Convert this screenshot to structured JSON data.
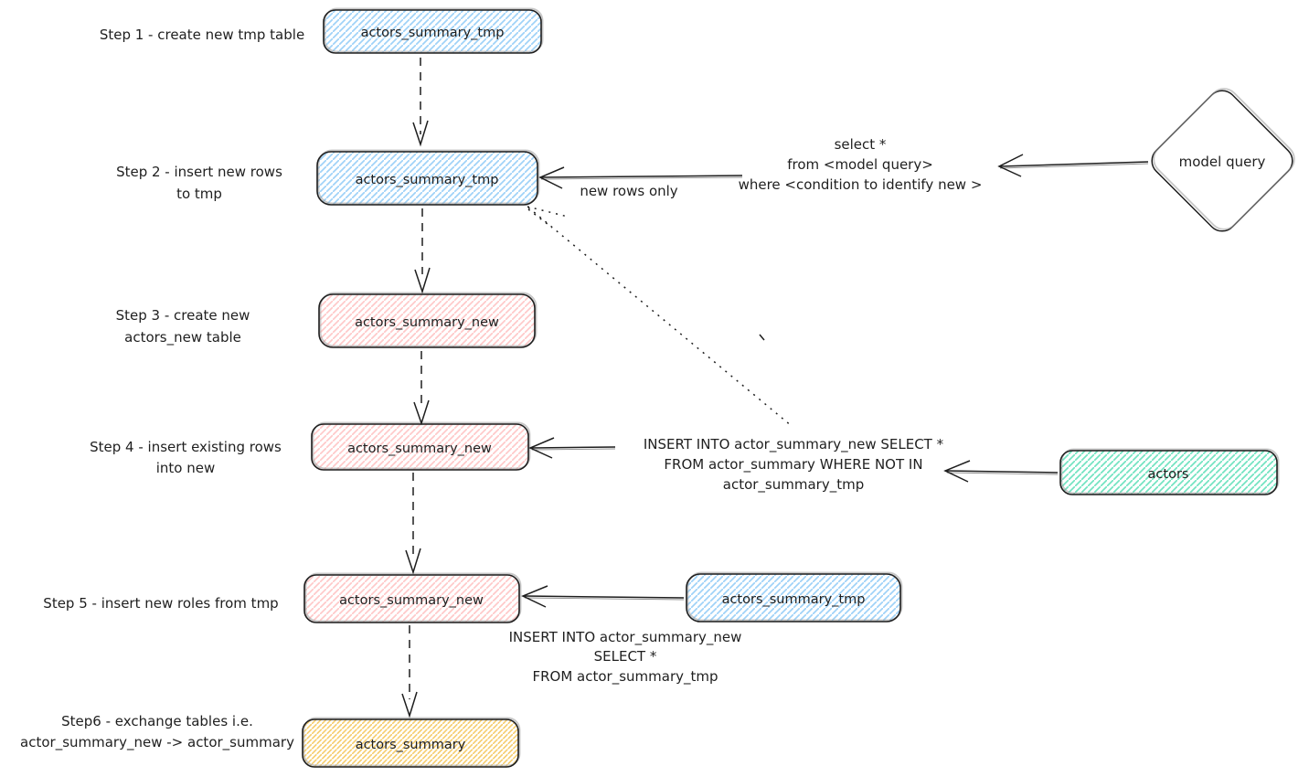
{
  "colors": {
    "stroke": "#1e1e1e",
    "blue_hatch": "#9fd2f8",
    "red_hatch": "#ffc9c9",
    "green_hatch": "#72e3c1",
    "yellow_hatch": "#f6cd6d"
  },
  "steps": [
    {
      "label_lines": [
        "Step 1 - create new tmp table"
      ],
      "node_label": "actors_summary_tmp",
      "fill": "blue"
    },
    {
      "label_lines": [
        "Step 2 - insert new rows",
        "to tmp"
      ],
      "node_label": "actors_summary_tmp",
      "fill": "blue"
    },
    {
      "label_lines": [
        "Step 3 - create new",
        "actors_new table"
      ],
      "node_label": "actors_summary_new",
      "fill": "red"
    },
    {
      "label_lines": [
        "Step 4 - insert existing rows",
        "into new"
      ],
      "node_label": "actors_summary_new",
      "fill": "red"
    },
    {
      "label_lines": [
        "Step 5 - insert new roles from tmp"
      ],
      "node_label": "actors_summary_new",
      "fill": "red"
    },
    {
      "label_lines": [
        "Step6 - exchange tables i.e.",
        "actor_summary_new -> actor_summary"
      ],
      "node_label": "actors_summary",
      "fill": "yellow"
    }
  ],
  "side_nodes": {
    "model_query": {
      "label": "model query"
    },
    "actors": {
      "label": "actors"
    },
    "tmp_source": {
      "label": "actors_summary_tmp"
    }
  },
  "annotations": {
    "select_query": [
      "select *",
      "from <model query>",
      "where <condition to identify new >"
    ],
    "new_rows_only": "new rows only",
    "insert_not_in": [
      "INSERT INTO actor_summary_new SELECT *",
      "FROM actor_summary WHERE NOT IN",
      "actor_summary_tmp"
    ],
    "insert_from_tmp": [
      "INSERT INTO actor_summary_new",
      "SELECT *",
      "FROM actor_summary_tmp"
    ]
  }
}
